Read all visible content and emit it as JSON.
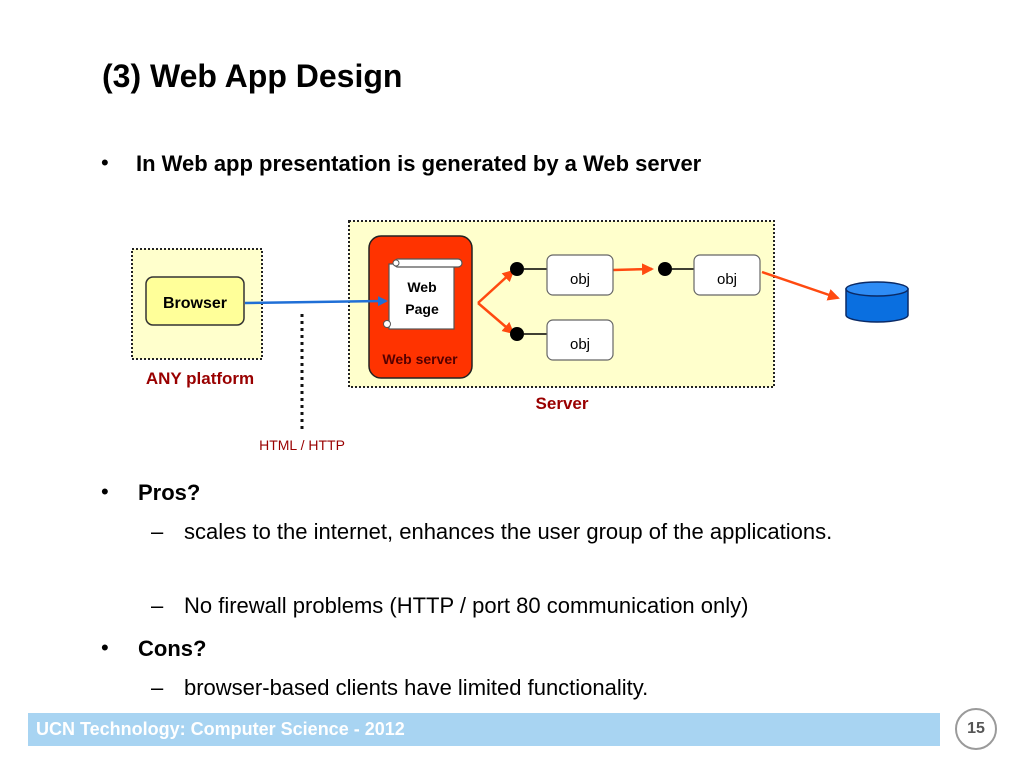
{
  "slide": {
    "title": "(3) Web App Design",
    "bullet_intro": "In Web app presentation is generated by a Web server",
    "pros_label": "Pros?",
    "pros_items": [
      "scales to the internet, enhances the user group of the applications.",
      "No firewall problems (HTTP / port 80 communication only)"
    ],
    "cons_label": "Cons?",
    "cons_items": [
      "browser-based clients have limited functionality."
    ],
    "bullet_char": "•",
    "dash_char": "–"
  },
  "diagram": {
    "browser_label": "Browser",
    "any_platform_label": "ANY platform",
    "web_page_line1": "Web",
    "web_page_line2": "Page",
    "web_server_label": "Web server",
    "obj_labels": [
      "obj",
      "obj",
      "obj"
    ],
    "server_label": "Server",
    "protocol_label": "HTML / HTTP",
    "database_icon": "database-cylinder",
    "colors": {
      "zone_fill": "#ffffcc",
      "browser_fill": "#ffff99",
      "web_server_fill": "#ff3300",
      "label_red": "#990000",
      "arrow_blue": "#1f6fd6",
      "arrow_orange": "#ff4a10",
      "database_blue": "#0a6fe0"
    }
  },
  "footer": {
    "text": "UCN Technology: Computer Science - 2012",
    "page_number": "15"
  }
}
